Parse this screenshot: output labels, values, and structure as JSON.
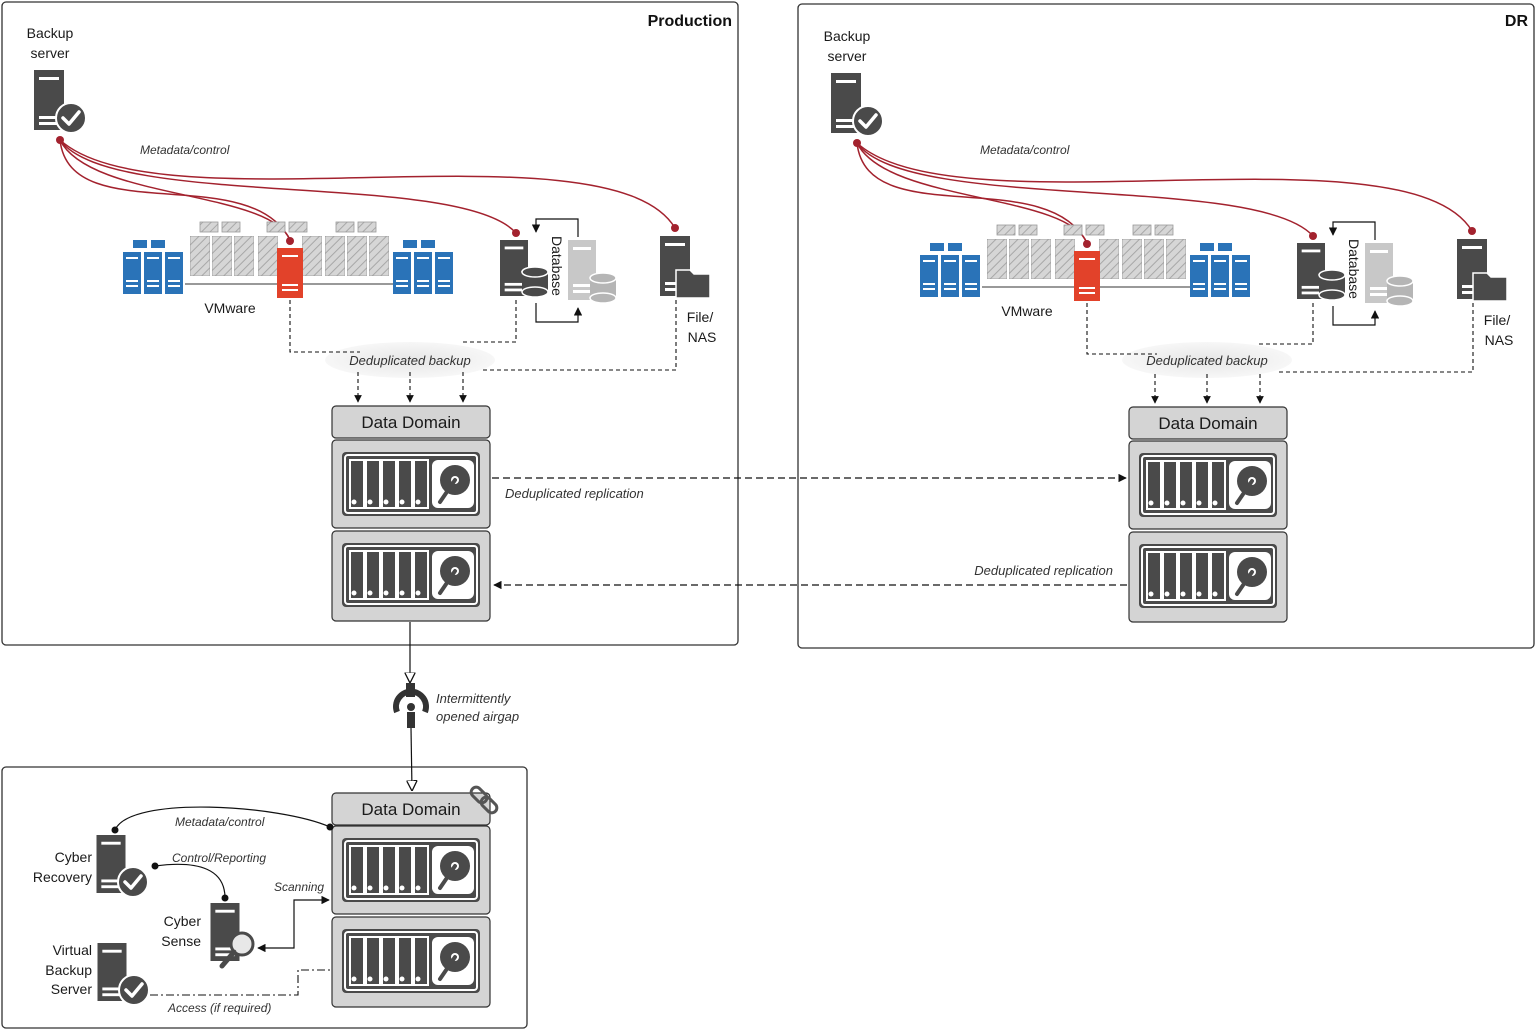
{
  "production": {
    "title": "Production",
    "backup_server": [
      "Backup",
      "server"
    ],
    "metadata_label": "Metadata/control",
    "vmware_label": "VMware",
    "database_label": "Database",
    "file_nas": [
      "File/",
      "NAS"
    ],
    "dedup_backup": "Deduplicated backup",
    "data_domain": "Data Domain",
    "dedup_replication": "Deduplicated replication"
  },
  "dr": {
    "title": "DR",
    "backup_server": [
      "Backup",
      "server"
    ],
    "metadata_label": "Metadata/control",
    "vmware_label": "VMware",
    "database_label": "Database",
    "file_nas": [
      "File/",
      "NAS"
    ],
    "dedup_backup": "Deduplicated backup",
    "data_domain": "Data Domain",
    "dedup_replication": "Deduplicated replication"
  },
  "airgap": [
    "Intermittently",
    "opened airgap"
  ],
  "vault": {
    "data_domain": "Data Domain",
    "metadata_label": "Metadata/control",
    "control_reporting": "Control/Reporting",
    "scanning": "Scanning",
    "cyber_recovery": [
      "Cyber",
      "Recovery"
    ],
    "cyber_sense": [
      "Cyber",
      "Sense"
    ],
    "virtual_backup": [
      "Virtual",
      "Backup",
      "Server"
    ],
    "access": "Access (if required)"
  },
  "colors": {
    "dark": "#4a4a4a",
    "red": "#e2422a",
    "blue": "#2a73b8",
    "control_line": "#a3222e",
    "gray": "#bdbdbd"
  },
  "icons": [
    "server-check-icon",
    "server-database-icon",
    "server-folder-icon",
    "disk-array-icon",
    "airgap-icon",
    "link-icon",
    "magnifier-icon"
  ]
}
